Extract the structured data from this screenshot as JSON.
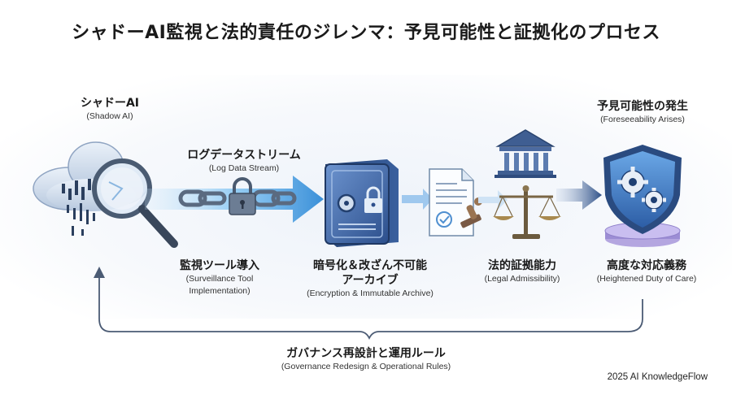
{
  "title": "シャドーAI監視と法的責任のジレンマ：予見可能性と証拠化のプロセス",
  "nodes": {
    "shadow_ai": {
      "jp": "シャドーAI",
      "en": "(Shadow AI)"
    },
    "log_stream": {
      "jp": "ログデータストリーム",
      "en": "(Log Data Stream)"
    },
    "monitoring": {
      "jp": "監視ツール導入",
      "en_1": "(Surveillance Tool",
      "en_2": "Implementation)"
    },
    "archive": {
      "jp_1": "暗号化＆改ざん不可能",
      "jp_2": "アーカイブ",
      "en": "(Encryption & Immutable Archive)"
    },
    "legal": {
      "jp": "法的証拠能力",
      "en": "(Legal Admissibility)"
    },
    "foresee": {
      "jp": "予見可能性の発生",
      "en": "(Foreseeability Arises)"
    },
    "duty": {
      "jp": "高度な対応義務",
      "en": "(Heightened Duty of Care)"
    },
    "governance": {
      "jp": "ガバナンス再設計と運用ルール",
      "en": "(Governance Redesign & Operational Rules)"
    }
  },
  "footer": "2025 AI KnowledgeFlow",
  "colors": {
    "primary": "#3a6fb0",
    "dark": "#1f3f73",
    "accent": "#6ab8ee",
    "purple": "#8e7fc9"
  },
  "icons": [
    "cloud-magnifier-icon",
    "chain-lock-icon",
    "safe-icon",
    "document-stamp-icon",
    "courthouse-icon",
    "scales-icon",
    "shield-gear-icon"
  ]
}
